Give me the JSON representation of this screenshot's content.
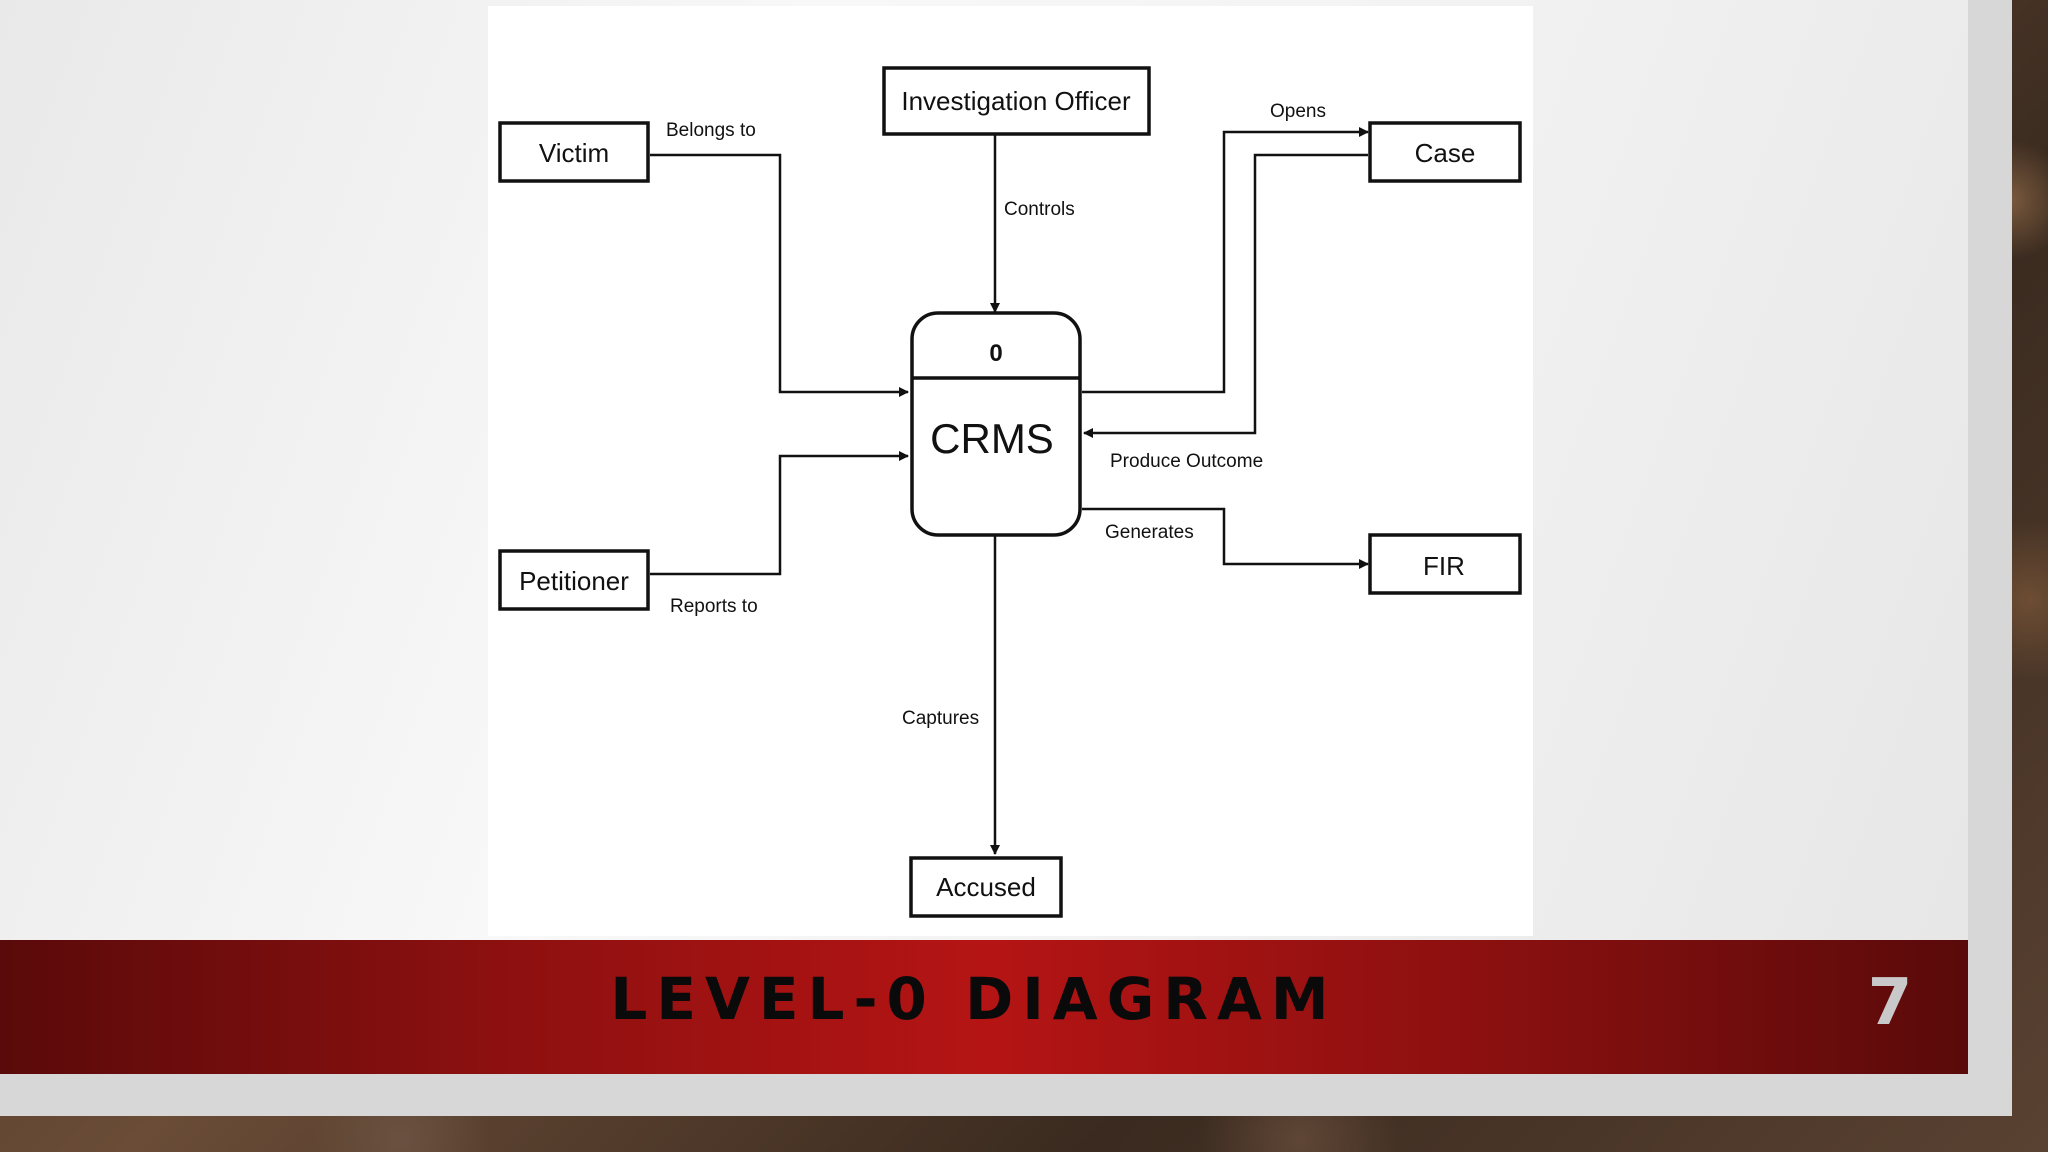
{
  "slide": {
    "title": "LEVEL-0 DIAGRAM",
    "number": "7"
  },
  "diagram": {
    "process": {
      "id": "0",
      "name": "CRMS"
    },
    "entities": {
      "victim": "Victim",
      "investigation_officer": "Investigation Officer",
      "case": "Case",
      "petitioner": "Petitioner",
      "fir": "FIR",
      "accused": "Accused"
    },
    "flows": {
      "belongs_to": "Belongs to",
      "controls": "Controls",
      "opens": "Opens",
      "produce_outcome": "Produce Outcome",
      "reports_to": "Reports to",
      "generates": "Generates",
      "captures": "Captures"
    }
  },
  "colors": {
    "band": "#b51414",
    "title_text": "#0a0a0a",
    "number_text": "#c9c9c9"
  }
}
